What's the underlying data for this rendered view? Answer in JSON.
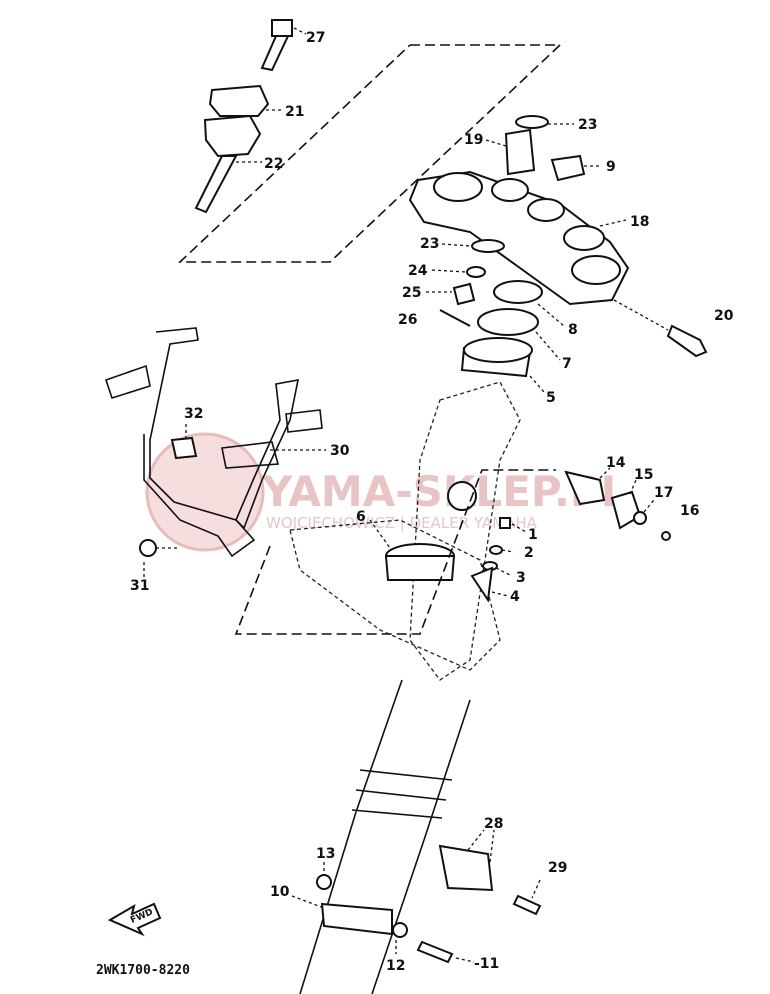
{
  "diagram": {
    "code": "2WK1700-8220",
    "fwd_label": "FWD",
    "watermark": {
      "main": "YAMA-SKLEP.PL",
      "sub": "WOJCIECHOWICZ | DEALER YAMAHA"
    },
    "callouts": [
      {
        "id": "c27",
        "text": "27"
      },
      {
        "id": "c21",
        "text": "21"
      },
      {
        "id": "c22",
        "text": "22"
      },
      {
        "id": "c23a",
        "text": "23"
      },
      {
        "id": "c19",
        "text": "19"
      },
      {
        "id": "c9",
        "text": "9"
      },
      {
        "id": "c18",
        "text": "18"
      },
      {
        "id": "c23b",
        "text": "23"
      },
      {
        "id": "c24",
        "text": "24"
      },
      {
        "id": "c25",
        "text": "25"
      },
      {
        "id": "c8",
        "text": "8"
      },
      {
        "id": "c26",
        "text": "26"
      },
      {
        "id": "c7",
        "text": "7"
      },
      {
        "id": "c20",
        "text": "20"
      },
      {
        "id": "c5",
        "text": "5"
      },
      {
        "id": "c32",
        "text": "32"
      },
      {
        "id": "c30",
        "text": "30"
      },
      {
        "id": "c14",
        "text": "14"
      },
      {
        "id": "c15",
        "text": "15"
      },
      {
        "id": "c17",
        "text": "17"
      },
      {
        "id": "c16",
        "text": "16"
      },
      {
        "id": "c6",
        "text": "6"
      },
      {
        "id": "c1",
        "text": "1"
      },
      {
        "id": "c2",
        "text": "2"
      },
      {
        "id": "c3",
        "text": "3"
      },
      {
        "id": "c4",
        "text": "4"
      },
      {
        "id": "c31",
        "text": "31"
      },
      {
        "id": "c28",
        "text": "28"
      },
      {
        "id": "c13",
        "text": "13"
      },
      {
        "id": "c29",
        "text": "29"
      },
      {
        "id": "c10",
        "text": "10"
      },
      {
        "id": "c12",
        "text": "12"
      },
      {
        "id": "c11",
        "text": "-11"
      }
    ]
  }
}
